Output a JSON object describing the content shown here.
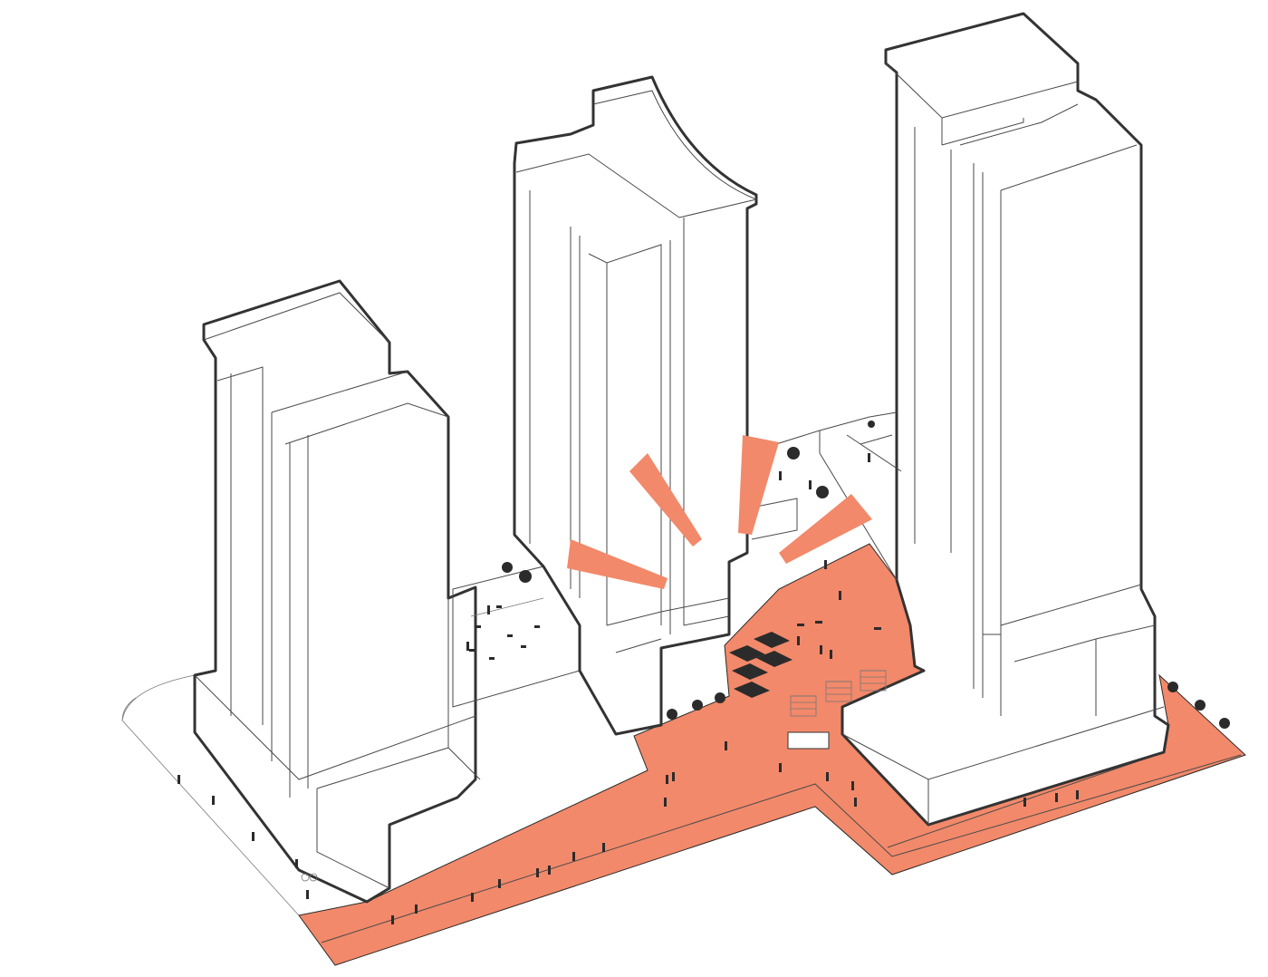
{
  "diagram": {
    "accent_color": "#f2896a",
    "line_color": "#333333",
    "background_color": "#ffffff",
    "elements": {
      "towers": [
        "left-tower",
        "center-tower",
        "right-tower"
      ],
      "ground_plane": "paved-public-realm",
      "emphasis": "radiating-rays-icon",
      "entourage": [
        "people",
        "trees",
        "umbrellas",
        "canopies",
        "bicycle",
        "outdoor-seating"
      ]
    }
  }
}
